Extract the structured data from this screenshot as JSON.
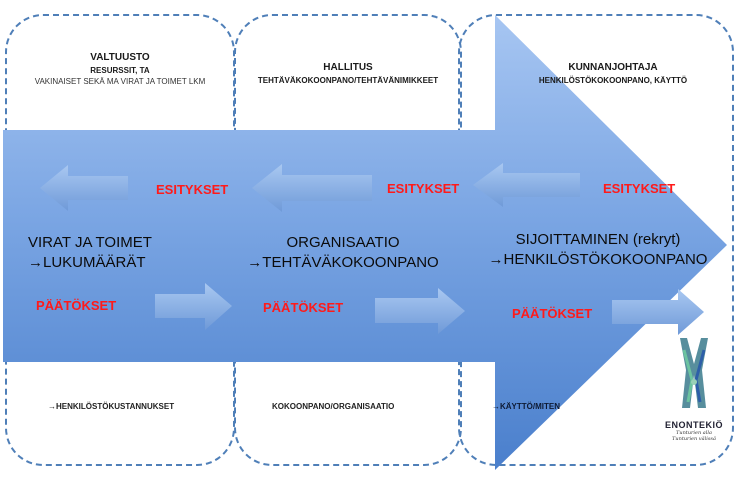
{
  "columns": [
    {
      "title": "VALTUUSTO",
      "subtitle": "RESURSSIT, TA",
      "subtitle2": "VAKINAISET SEKÄ MA VIRAT JA TOIMET LKM",
      "arrow_label": "ESITYKSET",
      "body_line1": "VIRAT JA TOIMET",
      "body_line2": "→LUKUMÄÄRÄT",
      "decision_label": "PÄÄTÖKSET",
      "footer": "→HENKILÖSTÖKUSTANNUKSET"
    },
    {
      "title": "HALLITUS",
      "subtitle": "TEHTÄVÄKOKOONPANO/TEHTÄVÄNIMIKKEET",
      "arrow_label": "ESITYKSET",
      "body_line1": "ORGANISAATIO",
      "body_line2": "→TEHTÄVÄKOKOONPANO",
      "decision_label": "PÄÄTÖKSET",
      "footer": "KOKOONPANO/ORGANISAATIO"
    },
    {
      "title": "KUNNANJOHTAJA",
      "subtitle": "HENKILÖSTÖKOKOONPANO, KÄYTTÖ",
      "arrow_label": "ESITYKSET",
      "body_line1": "SIJOITTAMINEN (rekryt)",
      "body_line2": "→HENKILÖSTÖKOKOONPANO",
      "decision_label": "PÄÄTÖKSET",
      "footer": "→KÄYTTÖ/MITEN"
    }
  ],
  "logo": {
    "name": "ENONTEKIÖ",
    "tagline_line1": "Tunturien alla",
    "tagline_line2": "Tunturien välissä"
  },
  "colors": {
    "panel_border": "#4f7fb8",
    "arrow_fill": "#6b98d6",
    "proposal_text": "#ff1a1a",
    "small_arrow_fill": "#8fb4e6"
  }
}
